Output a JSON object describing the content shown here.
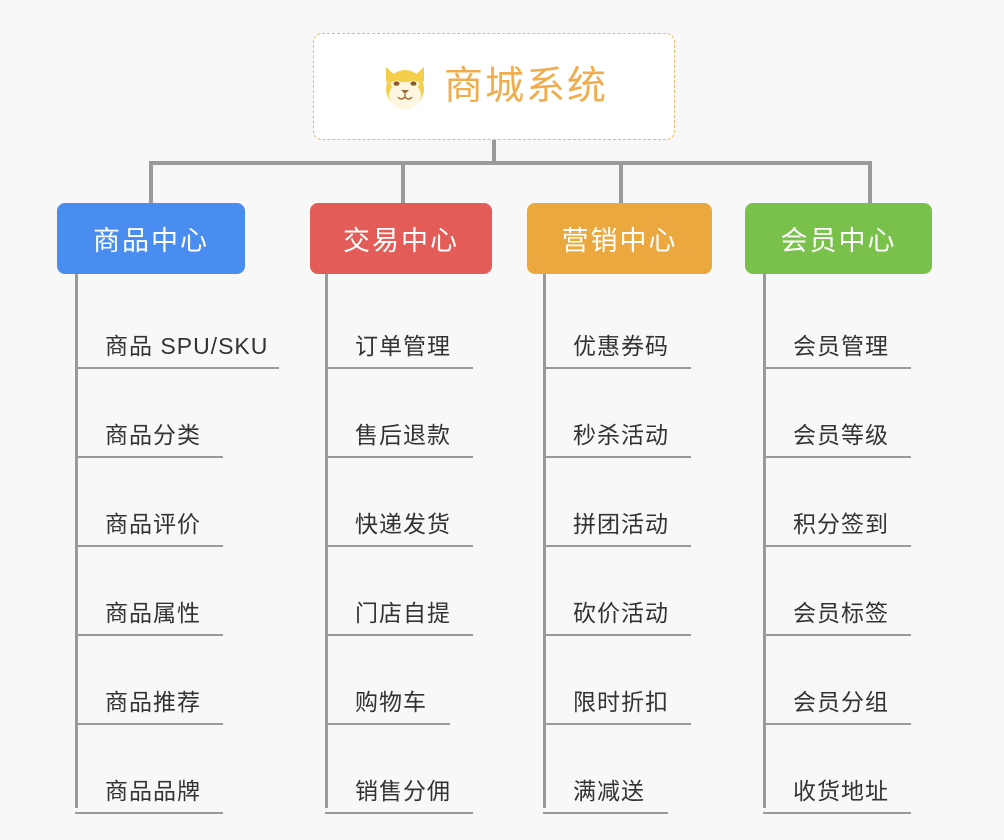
{
  "page": {
    "background_color": "#f8f8f8",
    "type": "mindmap"
  },
  "root": {
    "title": "商城系统",
    "icon": "shiba-dog-face-icon",
    "text_color": "#f0ad4e",
    "border_color": "#e8b863",
    "background_color": "#ffffff"
  },
  "connector": {
    "color": "#9a9a9a"
  },
  "branches": [
    {
      "id": "product-center",
      "label": "商品中心",
      "color": "#4a8df0",
      "items": [
        "商品 SPU/SKU",
        "商品分类",
        "商品评价",
        "商品属性",
        "商品推荐",
        "商品品牌"
      ]
    },
    {
      "id": "trade-center",
      "label": "交易中心",
      "color": "#e35c57",
      "items": [
        "订单管理",
        "售后退款",
        "快递发货",
        "门店自提",
        "购物车",
        "销售分佣"
      ]
    },
    {
      "id": "marketing-center",
      "label": "营销中心",
      "color": "#eaa83e",
      "items": [
        "优惠券码",
        "秒杀活动",
        "拼团活动",
        "砍价活动",
        "限时折扣",
        "满减送"
      ]
    },
    {
      "id": "member-center",
      "label": "会员中心",
      "color": "#79c14b",
      "items": [
        "会员管理",
        "会员等级",
        "积分签到",
        "会员标签",
        "会员分组",
        "收货地址"
      ]
    }
  ]
}
